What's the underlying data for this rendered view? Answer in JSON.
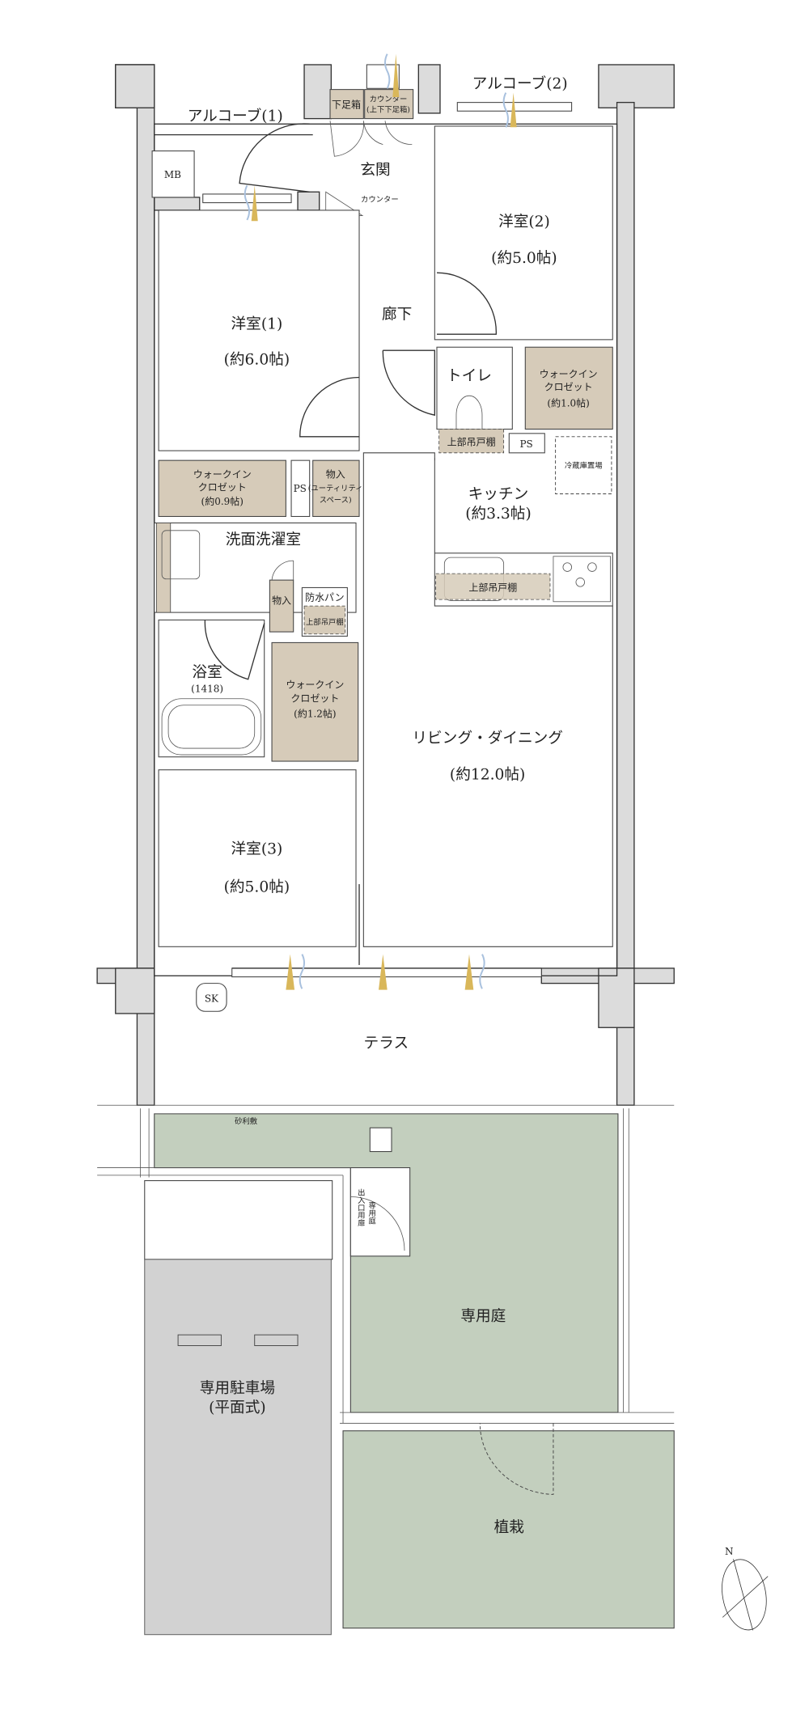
{
  "colors": {
    "storage": "#d6cbb9",
    "garden": "#c3cfbe",
    "parking": "#d2d2d2",
    "wall": "#dcdcdc",
    "sash": "#d9b75a",
    "wind": "#a9c1de"
  },
  "rooms": {
    "alcove1": "アルコーブ(1)",
    "alcove2": "アルコーブ(2)",
    "mb": "MB",
    "shoebox": "下足箱",
    "counter_shoebox_1": "カウンター",
    "counter_shoebox_2": "(上下下足箱)",
    "entrance": "玄関",
    "counter": "カウンター",
    "western1": "洋室(1)",
    "western1_size": "(約6.0帖)",
    "western2": "洋室(2)",
    "western2_size": "(約5.0帖)",
    "hallway": "廊下",
    "toilet": "トイレ",
    "wic1_1": "ウォークイン",
    "wic1_2": "クロゼット",
    "wic1_3": "(約1.0帖)",
    "upper_cabinet": "上部吊戸棚",
    "ps": "PS",
    "fridge": "冷蔵庫置場",
    "kitchen": "キッチン",
    "kitchen_size": "(約3.3帖)",
    "wic2_1": "ウォークイン",
    "wic2_2": "クロゼット",
    "wic2_3": "(約0.9帖)",
    "utility_1": "物入",
    "utility_2": "(ユーティリティ",
    "utility_3": "スペース)",
    "washroom": "洗面洗濯室",
    "closet": "物入",
    "waterpan": "防水パン",
    "bath": "浴室",
    "bath_size": "(1418)",
    "wic3_1": "ウォークイン",
    "wic3_2": "クロゼット",
    "wic3_3": "(約1.2帖)",
    "living": "リビング・ダイニング",
    "living_size": "(約12.0帖)",
    "western3": "洋室(3)",
    "western3_size": "(約5.0帖)",
    "sk": "SK",
    "terrace": "テラス",
    "gravel": "砂利敷",
    "garden_door_1": "専用庭",
    "garden_door_2": "出入口用扉",
    "garden": "専用庭",
    "parking": "専用駐車場",
    "parking_type": "(平面式)",
    "planting": "植栽",
    "compass": "N"
  }
}
